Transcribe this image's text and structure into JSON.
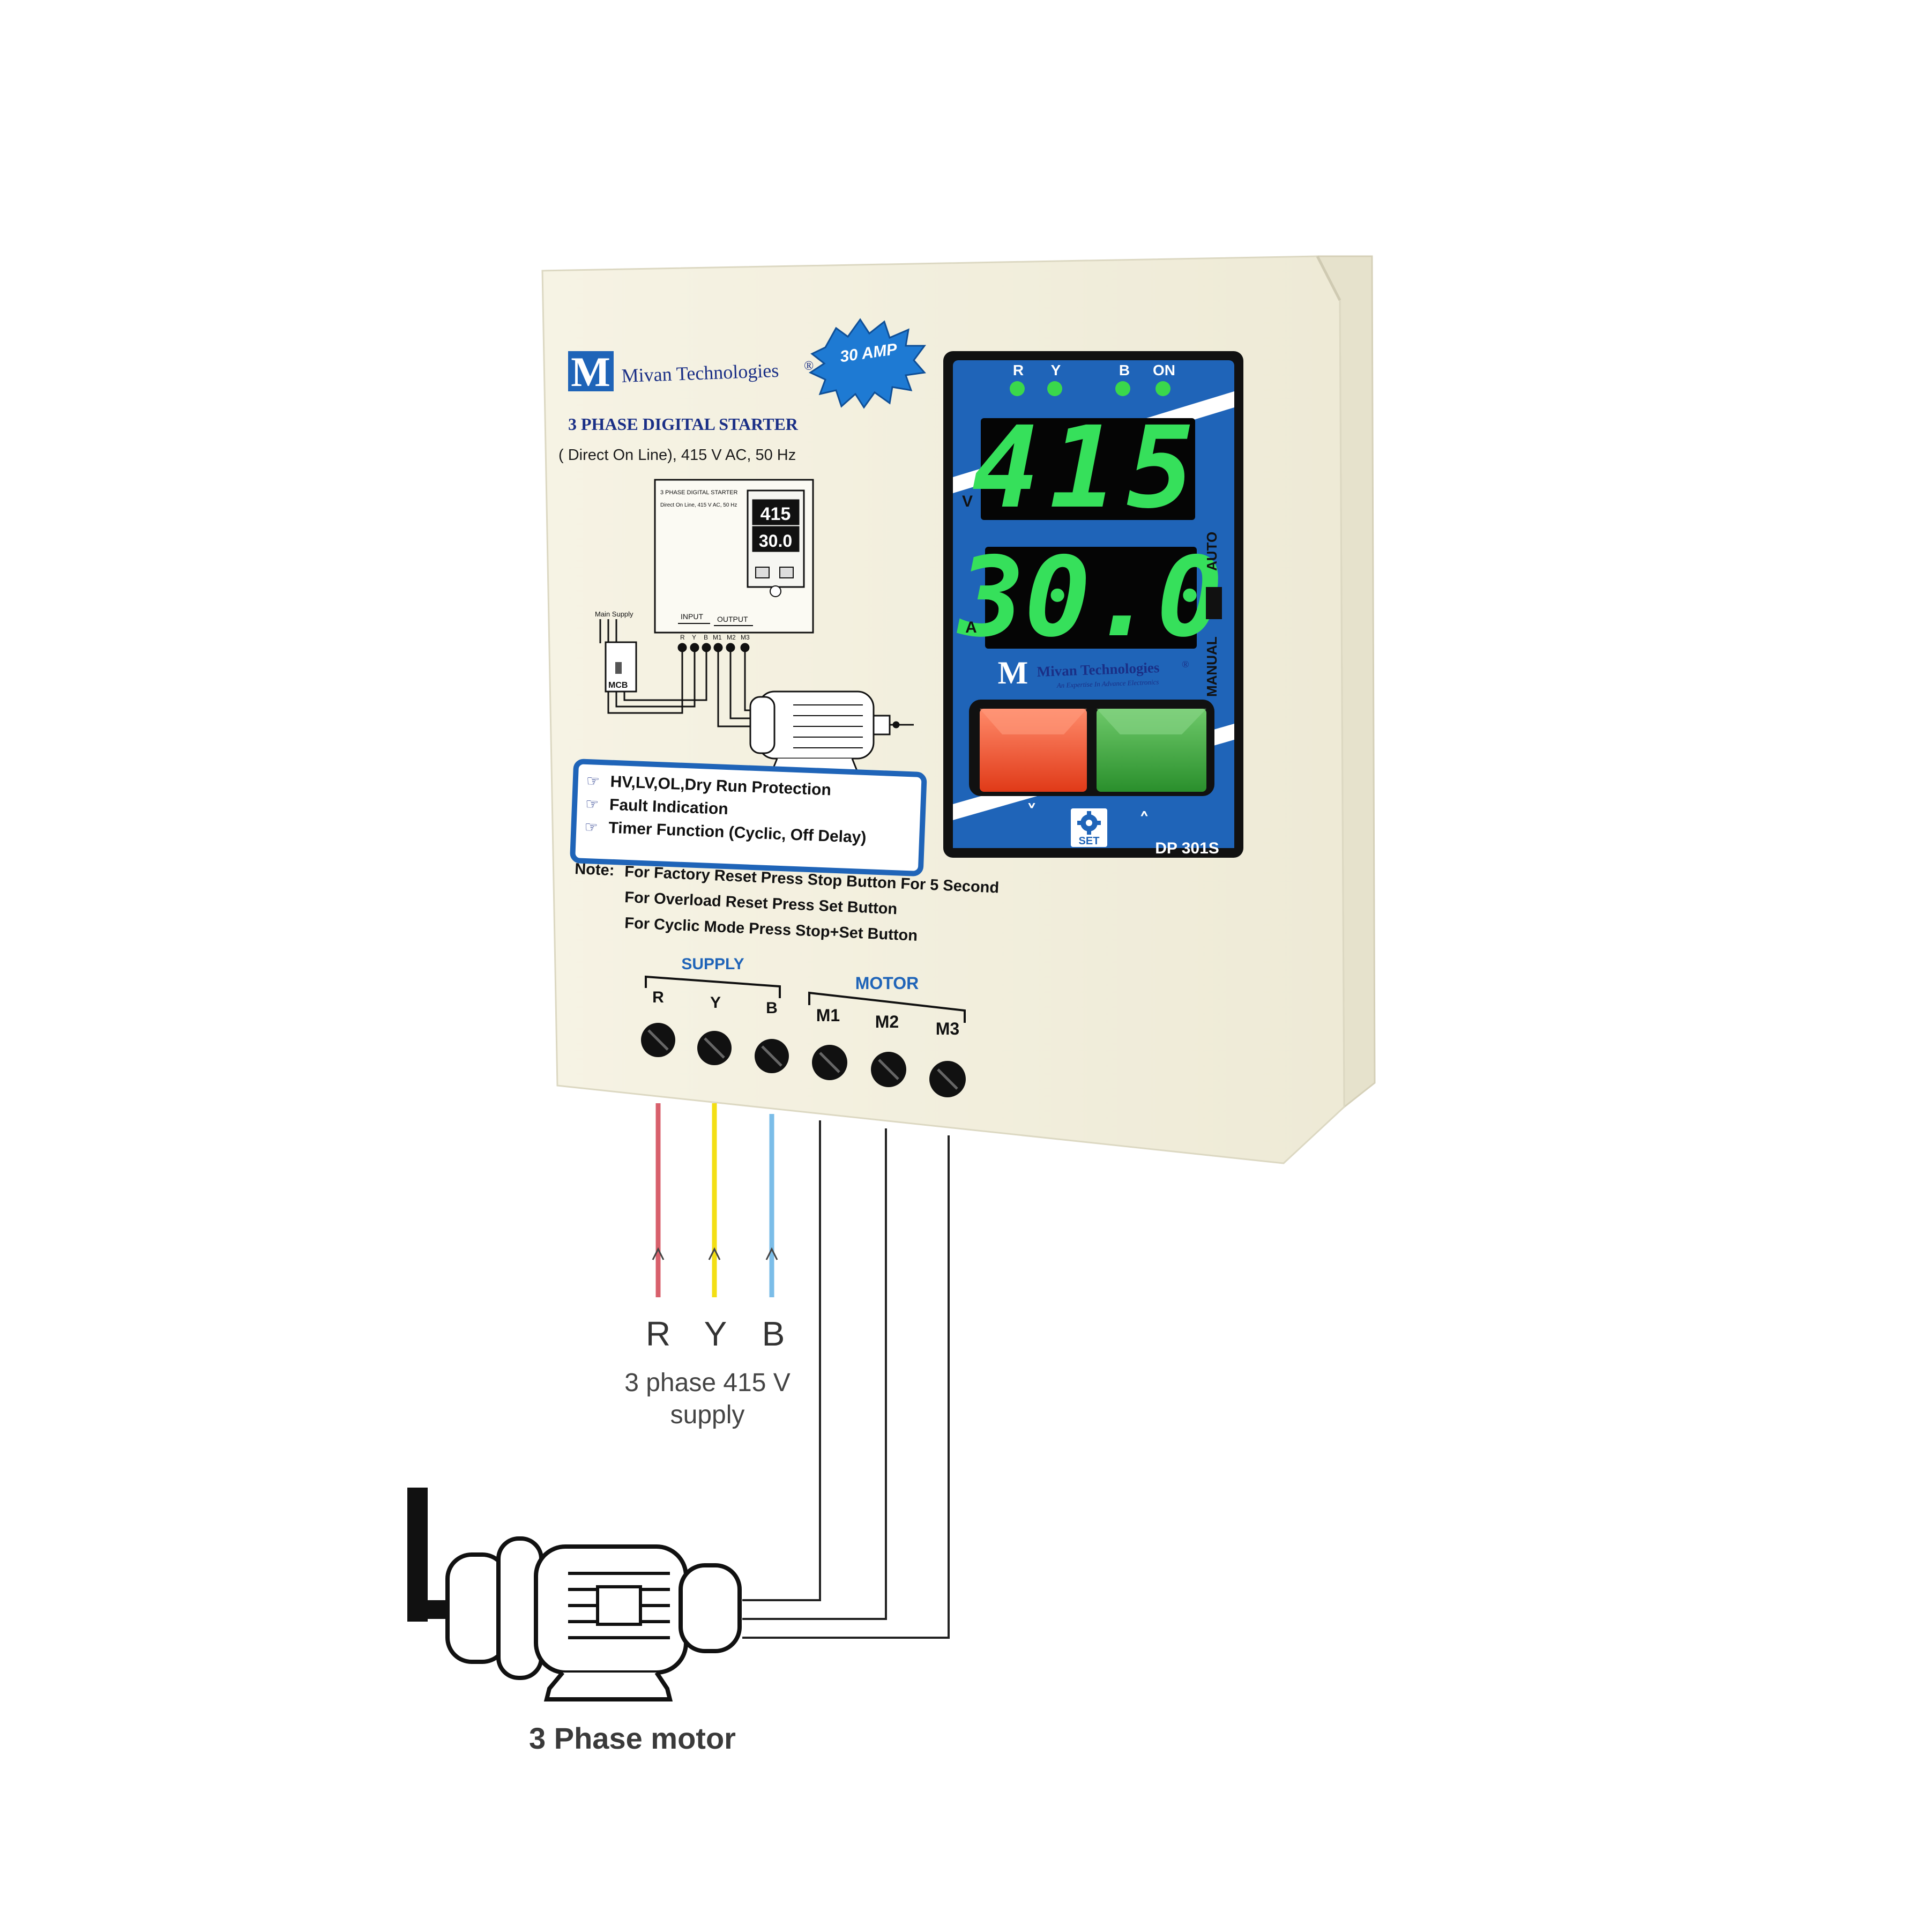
{
  "colors": {
    "enclosure": "#f4f1e1",
    "panel_blue": "#1f64b8",
    "brand_navy": "#1a2f86",
    "display_green": "#36e05b",
    "led_green": "#3ad84b",
    "stop_red": "#e6461f",
    "start_green": "#2e9a32",
    "wire_red": "#d8606c",
    "wire_yellow": "#f3df14",
    "wire_blue": "#7bbde8",
    "wire_black": "#222222"
  },
  "brand": {
    "logo_letter": "M",
    "name": "Mivan Technologies",
    "registered": "®",
    "tagline": "An Expertise In Advance Electronics"
  },
  "badge": "30 AMP",
  "product": {
    "title": "3 PHASE DIGITAL STARTER",
    "subtitle": "( Direct On Line), 415 V AC, 50 Hz"
  },
  "mini_diagram": {
    "panel_title": "3 PHASE DIGITAL STARTER",
    "panel_subtitle": "Direct On Line, 415 V AC, 50 Hz",
    "display_v": "415",
    "display_a": "30.0",
    "main_supply_label": "Main Supply",
    "mcb_label": "MCB",
    "input_label": "INPUT",
    "output_label": "OUTPUT",
    "terminals": [
      "R",
      "Y",
      "B",
      "M1",
      "M2",
      "M3"
    ]
  },
  "features": [
    "HV,LV,OL,Dry Run Protection",
    "Fault Indication",
    "Timer Function (Cyclic, Off Delay)"
  ],
  "note": {
    "label": "Note:",
    "lines": [
      "For Factory Reset Press Stop Button For 5 Second",
      "For Overload Reset Press Set Button",
      "For Cyclic Mode Press Stop+Set Button"
    ]
  },
  "terminal_block": {
    "supply_label": "SUPPLY",
    "motor_label": "MOTOR",
    "supply_terminals": [
      "R",
      "Y",
      "B"
    ],
    "motor_terminals": [
      "M1",
      "M2",
      "M3"
    ]
  },
  "control_panel": {
    "indicators": [
      "R",
      "Y",
      "B",
      "ON"
    ],
    "voltage_reading": "415",
    "voltage_unit": "V",
    "current_reading": "30.0",
    "current_unit": "A",
    "mode_auto": "AUTO",
    "mode_manual": "MANUAL",
    "down_arrow": "˅",
    "up_arrow": "˄",
    "set_label": "SET",
    "model": "DP 301S"
  },
  "supply_wires": {
    "labels": [
      "R",
      "Y",
      "B"
    ],
    "caption_line1": "3 phase 415 V",
    "caption_line2": "supply"
  },
  "motor_caption": "3 Phase motor"
}
